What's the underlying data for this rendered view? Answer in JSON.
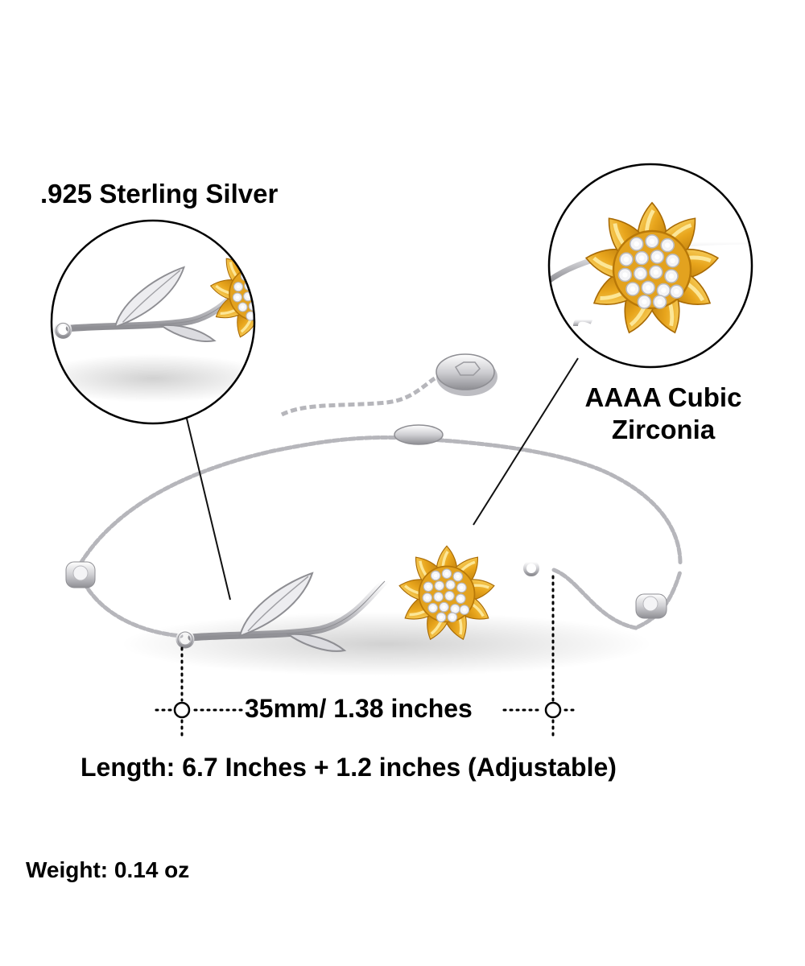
{
  "product": {
    "type": "sunflower bracelet",
    "colors": {
      "gold": "#E8A51C",
      "gold_dark": "#B87808",
      "gold_light": "#FFD860",
      "silver": "#D8D8DA",
      "silver_dark": "#8A8A8E",
      "line": "#000000",
      "background": "#FFFFFF"
    }
  },
  "callouts": {
    "material": {
      "label": ".925 Sterling Silver",
      "icon": "magnifier-circle-stem"
    },
    "stones": {
      "line1": "AAAA Cubic",
      "line2": "Zirconia",
      "icon": "magnifier-circle-flower"
    }
  },
  "dimensions": {
    "pendant_width": "35mm/ 1.38 inches",
    "length": "Length: 6.7 Inches + 1.2 inches (Adjustable)",
    "weight": "Weight: 0.14 oz"
  }
}
